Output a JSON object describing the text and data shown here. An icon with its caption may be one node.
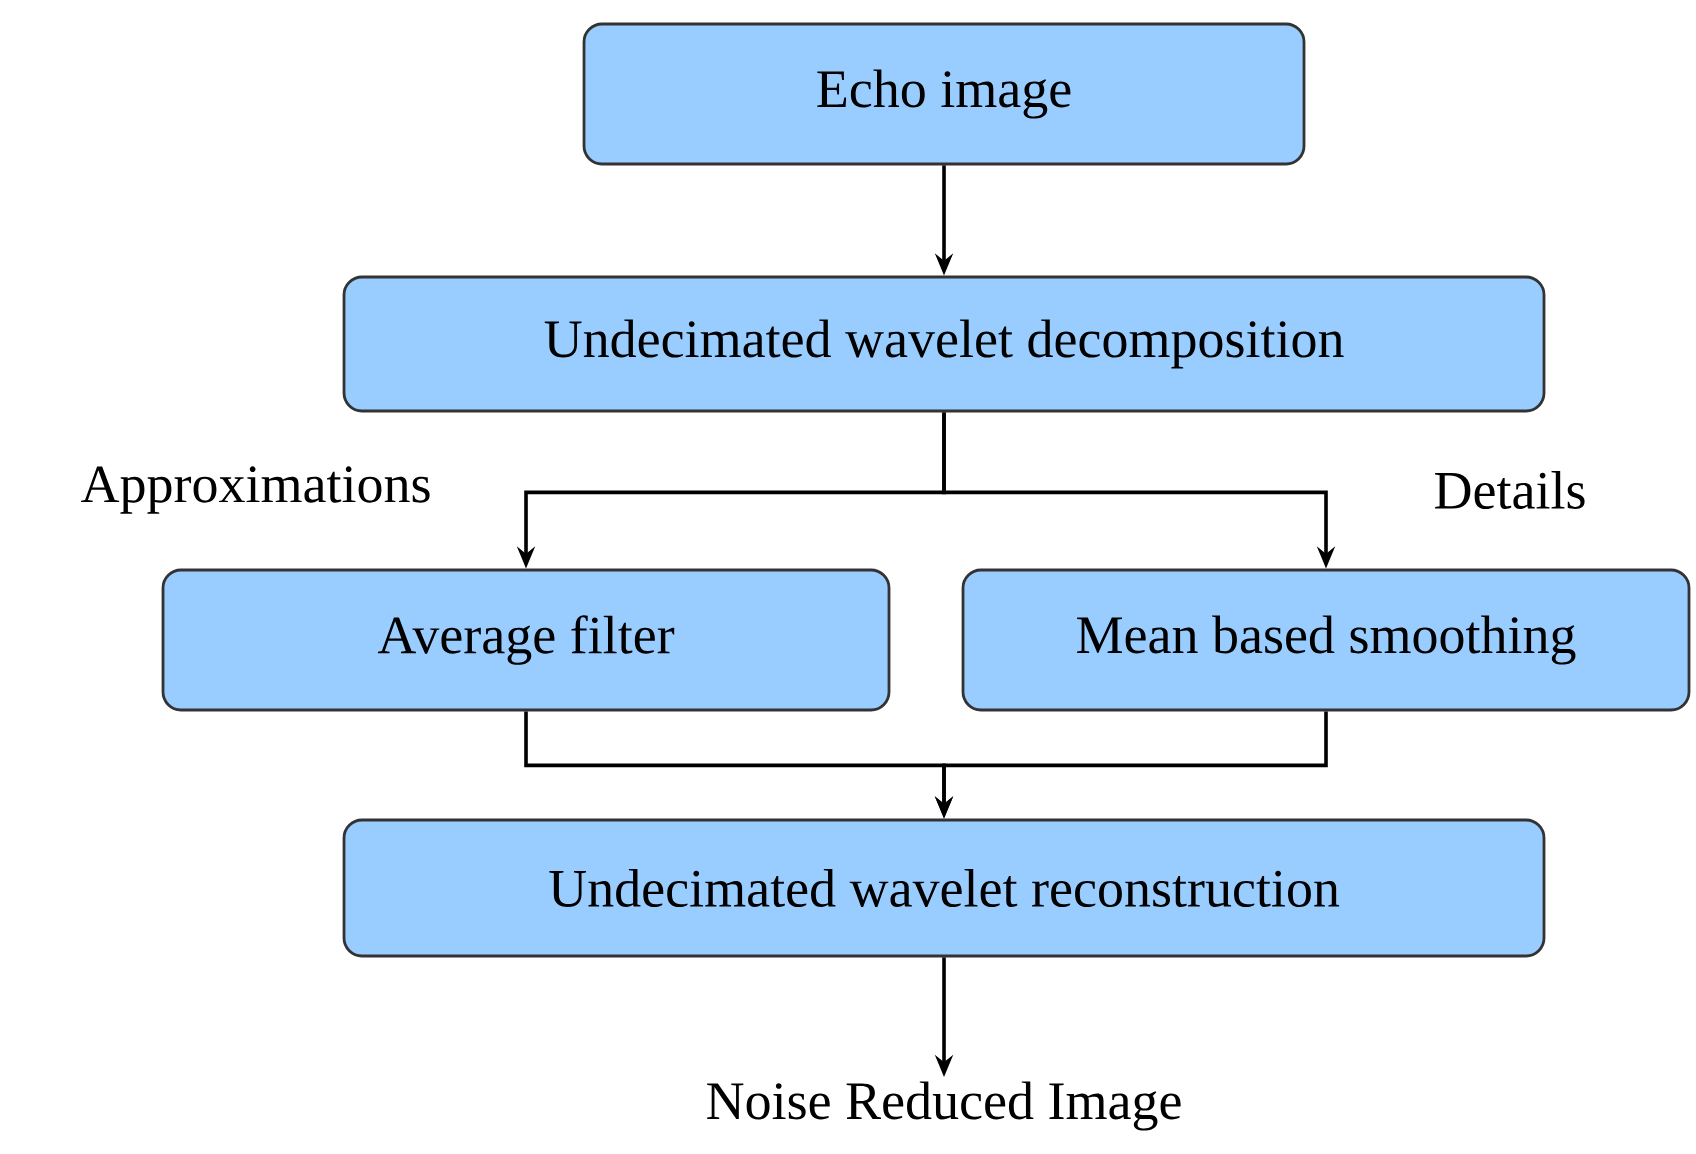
{
  "diagram": {
    "nodes": [
      {
        "text": [
          "Echo image"
        ]
      },
      {
        "text": [
          "Undecimated wavelet decomposition"
        ]
      },
      {
        "text": [
          "Average filter"
        ]
      },
      {
        "text": [
          "Mean based smoothing"
        ]
      },
      {
        "text": [
          "Undecimated wavelet reconstruction"
        ]
      },
      {
        "text": [
          "Noise Reduced Image"
        ]
      }
    ],
    "edges": [
      {
        "from": 0,
        "to": 1,
        "arrow": "to"
      },
      {
        "from": 1,
        "to": 2,
        "arrow": "to",
        "label": "Approximations"
      },
      {
        "from": 1,
        "to": 3,
        "arrow": "to",
        "label": "Details"
      },
      {
        "from": 2,
        "to": 4,
        "arrow": "to"
      },
      {
        "from": 3,
        "to": 4,
        "arrow": "to"
      },
      {
        "from": 4,
        "to": 5,
        "arrow": "to"
      }
    ]
  }
}
